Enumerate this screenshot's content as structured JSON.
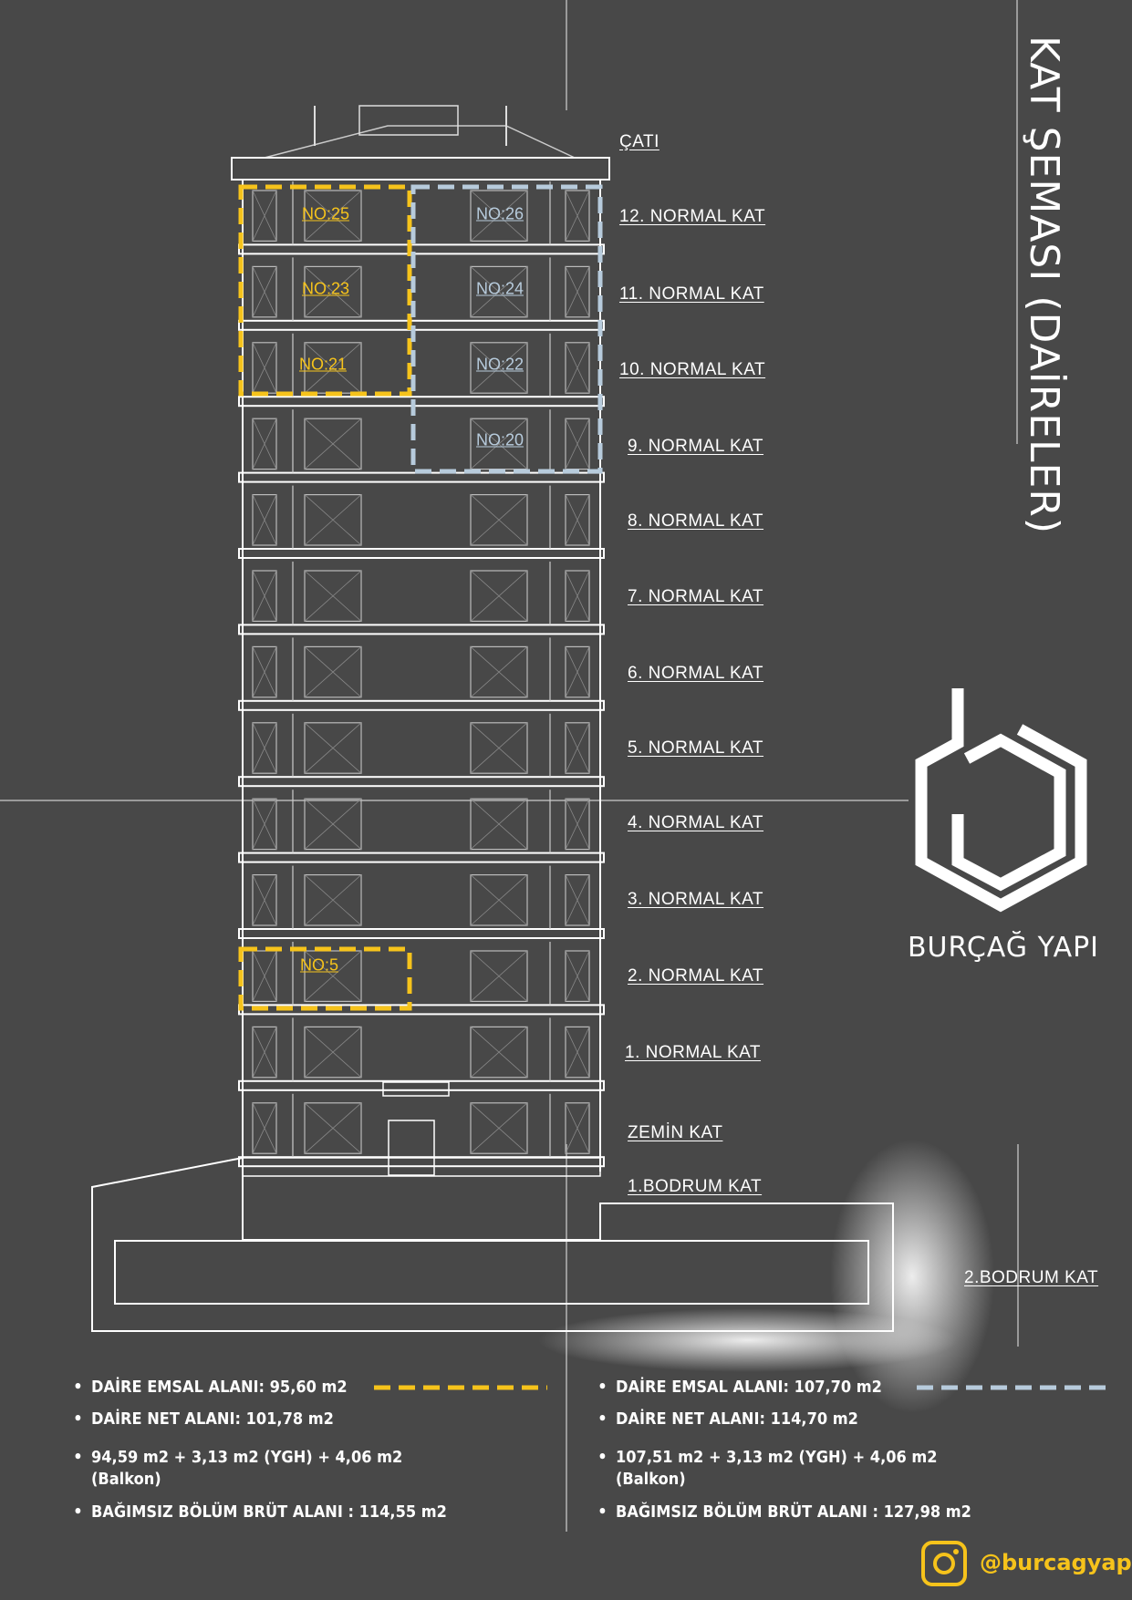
{
  "title": "KAT ŞEMASI (DAİRELER)",
  "brand": {
    "name": "BURÇAĞ YAPI",
    "logo_icon": "hexagon-b-logo"
  },
  "floors": [
    "ÇATI",
    "12. NORMAL KAT",
    "11. NORMAL KAT",
    "10. NORMAL KAT",
    "9. NORMAL KAT",
    "8. NORMAL KAT",
    "7. NORMAL KAT",
    "6. NORMAL KAT",
    "5. NORMAL KAT",
    "4. NORMAL KAT",
    "3. NORMAL KAT",
    "2. NORMAL KAT",
    "1. NORMAL KAT",
    "ZEMİN KAT",
    "1.BODRUM KAT",
    "2.BODRUM KAT"
  ],
  "units": {
    "no25": "NO:25",
    "no26": "NO:26",
    "no23": "NO:23",
    "no24": "NO:24",
    "no21": "NO:21",
    "no22": "NO:22",
    "no20": "NO:20",
    "no5": "NO:5"
  },
  "colors": {
    "yellow": "#f6c31b",
    "blue": "#b7cbdc",
    "background": "#484848"
  },
  "left_info": [
    "DAİRE EMSAL ALANI: 95,60 m2",
    "DAİRE NET ALANI: 101,78 m2",
    "94,59 m2 + 3,13 m2 (YGH) + 4,06 m2",
    "(Balkon)",
    "BAĞIMSIZ BÖLÜM BRÜT ALANI : 114,55 m2"
  ],
  "right_info": [
    "DAİRE EMSAL ALANI: 107,70 m2",
    "DAİRE NET ALANI: 114,70 m2",
    "107,51 m2 + 3,13 m2 (YGH) + 4,06 m2",
    "(Balkon)",
    "BAĞIMSIZ BÖLÜM BRÜT ALANI : 127,98 m2"
  ],
  "social": {
    "icon": "instagram-icon",
    "handle": "@burcagyapi"
  }
}
